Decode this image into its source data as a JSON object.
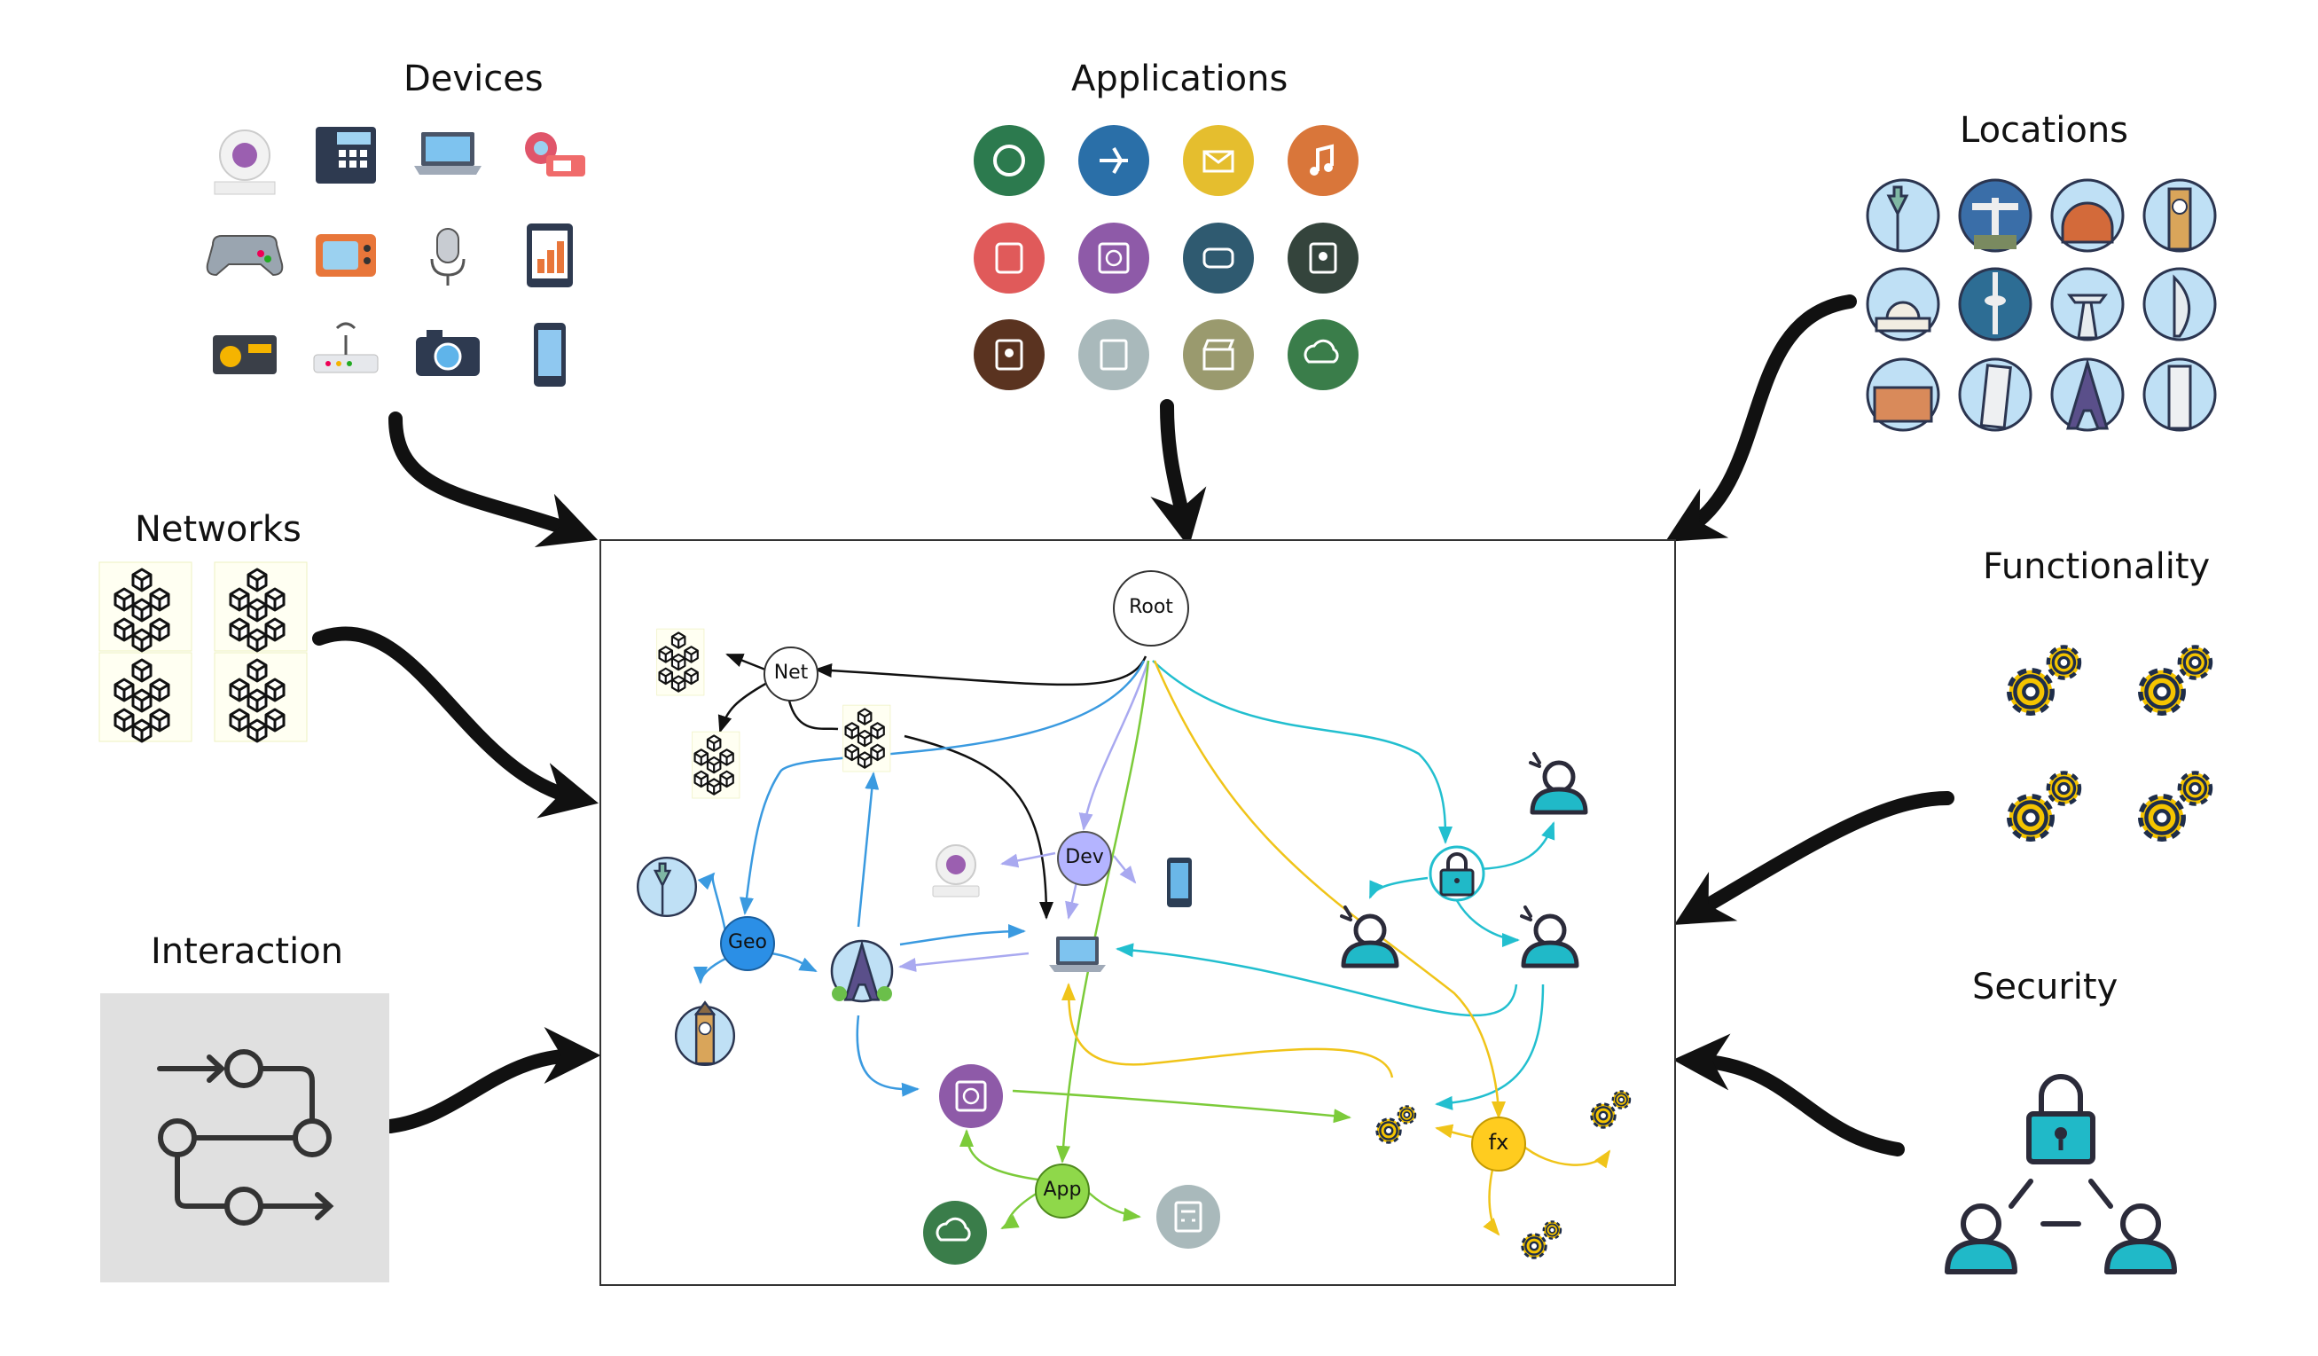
{
  "groups": {
    "devices": "Devices",
    "applications": "Applications",
    "locations": "Locations",
    "networks": "Networks",
    "functionality": "Functionality",
    "interaction": "Interaction",
    "security": "Security"
  },
  "nodes": {
    "root": "Root",
    "net": "Net",
    "dev": "Dev",
    "geo": "Geo",
    "app": "App",
    "fx": "fx"
  },
  "colors": {
    "root_fill": "#ffffff",
    "net_fill": "#ffffff",
    "dev_fill": "#b4b4ff",
    "geo_fill": "#2b8fe6",
    "app_fill": "#8fd84a",
    "fx_fill": "#ffcc1f",
    "edge_net": "#111111",
    "edge_geo": "#3a9ae0",
    "edge_dev": "#a9a9f0",
    "edge_app": "#7ccb3a",
    "edge_sec": "#22bfcf",
    "edge_fx": "#f0c419",
    "security_teal": "#20b9c8",
    "gear_yellow": "#f5c400"
  },
  "icons": {
    "devices": [
      "webcam-icon",
      "desk-phone-icon",
      "laptop-icon",
      "camera-device-icon",
      "gamepad-icon",
      "retro-tv-icon",
      "microphone-icon",
      "tablet-chart-icon",
      "radio-icon",
      "router-icon",
      "photo-camera-icon",
      "smartphone-icon"
    ],
    "applications": [
      "camera-app-icon",
      "flight-app-icon",
      "mail-app-icon",
      "music-app-icon",
      "phone-app-icon",
      "browser-app-icon",
      "game-app-icon",
      "contact-app-icon",
      "profile-app-icon",
      "calculator-app-icon",
      "clapper-app-icon",
      "weather-app-icon"
    ],
    "locations": [
      "statue-of-liberty-icon",
      "christ-redeemer-icon",
      "florence-dome-icon",
      "big-ben-icon",
      "capitol-icon",
      "cn-tower-icon",
      "space-needle-icon",
      "burj-al-arab-icon",
      "colosseum-icon",
      "pisa-tower-icon",
      "eiffel-tower-icon",
      "skyscraper-icon"
    ]
  }
}
